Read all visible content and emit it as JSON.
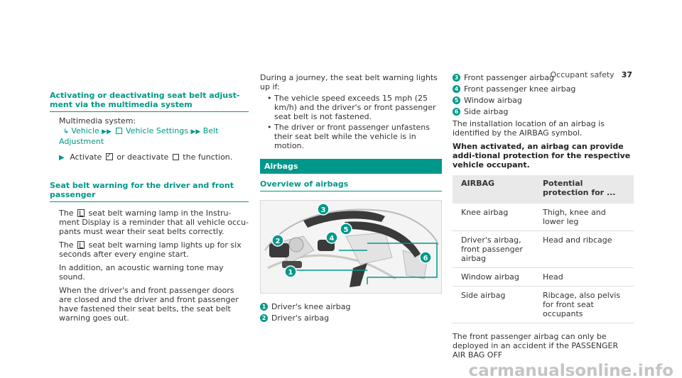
{
  "header": {
    "section": "Occupant safety",
    "page_number": "37"
  },
  "col1": {
    "heading1": "Activating or deactivating seat belt adjust-ment via the multimedia system",
    "mms_label": "Multimedia system:",
    "nav": {
      "step1": "Vehicle",
      "step2": "Vehicle Settings",
      "step3": "Belt Adjustment"
    },
    "action_pre": "Activate",
    "action_mid": "or deactivate",
    "action_post": "the function.",
    "heading2": "Seat belt warning for the driver and front passenger",
    "p1_pre": "The",
    "p1_post": "seat belt warning lamp in the Instru-ment Display is a reminder that all vehicle occu-pants must wear their seat belts correctly.",
    "p2_pre": "The",
    "p2_post": "seat belt warning lamp lights up for six seconds after every engine start.",
    "p3": "In addition, an acoustic warning tone may sound.",
    "p4": "When the driver's and front passenger doors are closed and the driver and front passenger have fastened their seat belts, the seat belt warning goes out."
  },
  "col2": {
    "intro": "During a journey, the seat belt warning lights up if:",
    "bullet1": "The vehicle speed exceeds 15 mph (25 km/h) and the driver's or front passenger seat belt is not fastened.",
    "bullet2": "The driver or front passenger unfastens their seat belt while the vehicle is in motion.",
    "bar": "Airbags",
    "subhead": "Overview of airbags",
    "callouts": [
      "1",
      "2",
      "3",
      "4",
      "5",
      "6"
    ],
    "legend": [
      {
        "n": "1",
        "text": "Driver's knee airbag"
      },
      {
        "n": "2",
        "text": "Driver's airbag"
      }
    ]
  },
  "col3": {
    "legend": [
      {
        "n": "3",
        "text": "Front passenger airbag"
      },
      {
        "n": "4",
        "text": "Front passenger knee airbag"
      },
      {
        "n": "5",
        "text": "Window airbag"
      },
      {
        "n": "6",
        "text": "Side airbag"
      }
    ],
    "p1": "The installation location of an airbag is identified by the AIRBAG symbol.",
    "bold": "When activated, an airbag can provide addi-tional protection for the respective vehicle occupant.",
    "table": {
      "h1": "AIRBAG",
      "h2": "Potential protection for ...",
      "rows": [
        [
          "Knee airbag",
          "Thigh, knee and lower leg"
        ],
        [
          "Driver's airbag, front passenger airbag",
          "Head and ribcage"
        ],
        [
          "Window airbag",
          "Head"
        ],
        [
          "Side airbag",
          "Ribcage, also pelvis for front seat occupants"
        ]
      ]
    },
    "p2": "The front passenger airbag can only be deployed in an accident if the PASSENGER AIR BAG OFF"
  },
  "watermark": "carmanualsonline.info",
  "colors": {
    "accent": "#00988a"
  }
}
